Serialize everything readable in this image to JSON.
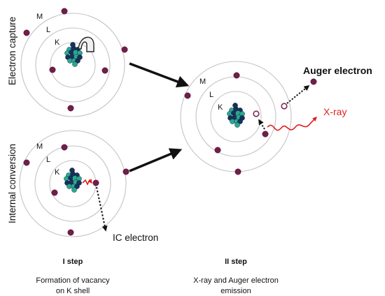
{
  "sources": {
    "top": "Electron capture",
    "bottom": "Internal conversion"
  },
  "shells": [
    "M",
    "L",
    "K"
  ],
  "labels": {
    "auger": "Auger electron",
    "xray": "X-ray",
    "ic": "IC electron"
  },
  "steps": [
    {
      "title": "I step",
      "desc": [
        "Formation of vacancy",
        "on K shell"
      ]
    },
    {
      "title": "II step",
      "desc": [
        "X-ray and Auger electron",
        "emission"
      ]
    }
  ],
  "colors": {
    "electron": "#6e1f4a",
    "nucleus_dark": "#16325a",
    "nucleus_teal": "#2aa890",
    "xray": "#e02020",
    "shell": "#c4c4c4"
  }
}
